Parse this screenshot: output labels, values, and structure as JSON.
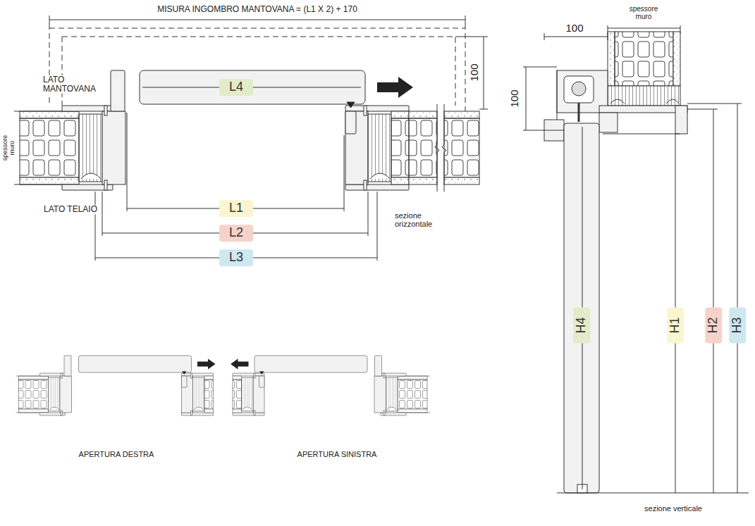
{
  "diagram": {
    "nodes": [
      {
        "text": [
          "L4"
        ]
      },
      {
        "text": [
          "L1"
        ]
      },
      {
        "text": [
          "L2"
        ]
      },
      {
        "text": [
          "L3"
        ]
      },
      {
        "text": [
          "H4"
        ]
      },
      {
        "text": [
          "H1"
        ]
      },
      {
        "text": [
          "H2"
        ]
      },
      {
        "text": [
          "H3"
        ]
      }
    ],
    "labels": [
      "MISURA INGOMBRO MANTOVANA = (L1 X 2) + 170",
      "100",
      "LATO MANTOVANA",
      "spessore muro",
      "LATO TELAIO",
      "sezione orizzontale",
      "APERTURA DESTRA",
      "APERTURA SINISTRA",
      "spessore muro",
      "100",
      "100",
      "sezione verticale"
    ]
  }
}
